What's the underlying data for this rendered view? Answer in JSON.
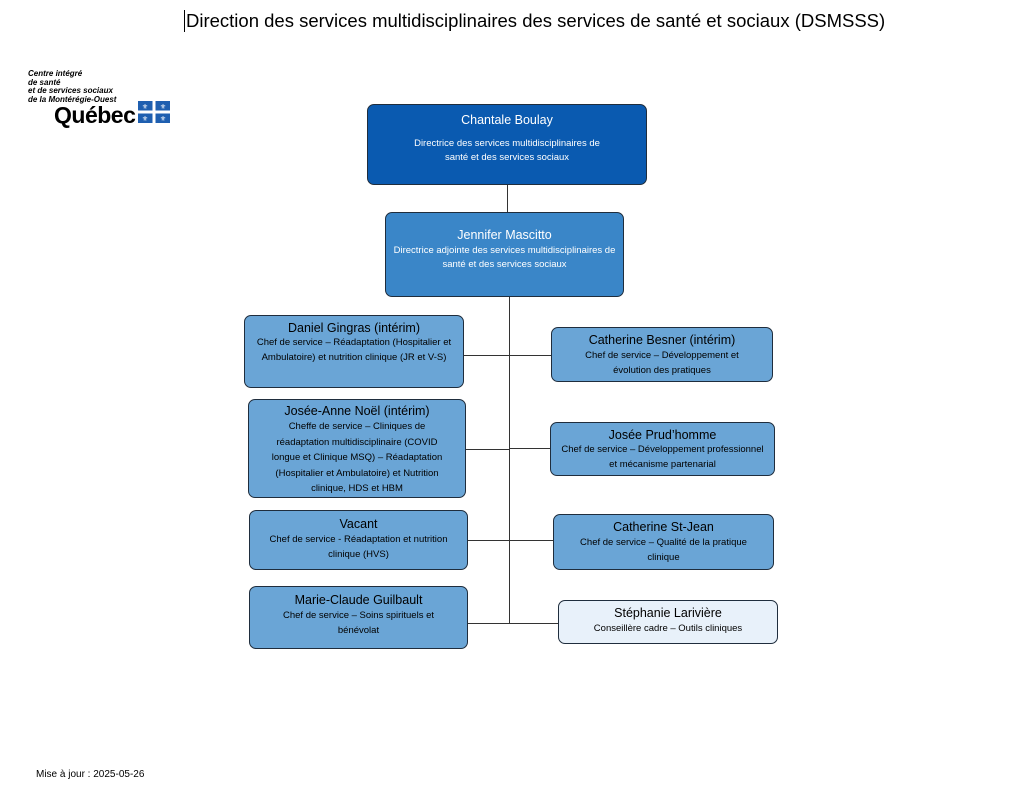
{
  "title": "Direction des services multidisciplinaires des services de santé et sociaux (DSMSSS)",
  "logo": {
    "line1": "Centre intégré",
    "line2": "de santé",
    "line3": "et de services sociaux",
    "line4": "de la Montérégie-Ouest",
    "wordmark": "Québec"
  },
  "director": {
    "name": "Chantale Boulay",
    "role": "Directrice des services multidisciplinaires de santé et des services sociaux"
  },
  "deputy": {
    "name": "Jennifer Mascitto",
    "role": "Directrice adjointe des services multidisciplinaires de santé et des services sociaux"
  },
  "left": [
    {
      "name": "Daniel Gingras (intérim)",
      "role": "Chef de service – Réadaptation (Hospitalier et Ambulatoire) et nutrition clinique (JR et V-S)"
    },
    {
      "name": "Josée-Anne Noël (intérim)",
      "role": "Cheffe de service – Cliniques de réadaptation multidisciplinaire (COVID longue et Clinique MSQ) – Réadaptation (Hospitalier et Ambulatoire) et Nutrition clinique, HDS et HBM"
    },
    {
      "name": "Vacant",
      "role": "Chef de service - Réadaptation et nutrition clinique (HVS)"
    },
    {
      "name": "Marie-Claude Guilbault",
      "role": "Chef de service – Soins spirituels et bénévolat"
    }
  ],
  "right": [
    {
      "name": "Catherine Besner (intérim)",
      "role": "Chef de service – Développement et évolution des pratiques"
    },
    {
      "name": "Josée Prud’homme",
      "role": "Chef de service – Développement professionnel et mécanisme partenarial"
    },
    {
      "name": "Catherine St-Jean",
      "role": "Chef de service – Qualité de la pratique clinique"
    },
    {
      "name": "Stéphanie Larivière",
      "role": "Conseillère cadre – Outils cliniques"
    }
  ],
  "footer": "Mise à jour : 2025-05-26",
  "colors": {
    "director": "#0a5ab0",
    "deputy": "#3a86c8",
    "managers": "#6aa5d6",
    "advisor": "#e8f1fa"
  }
}
